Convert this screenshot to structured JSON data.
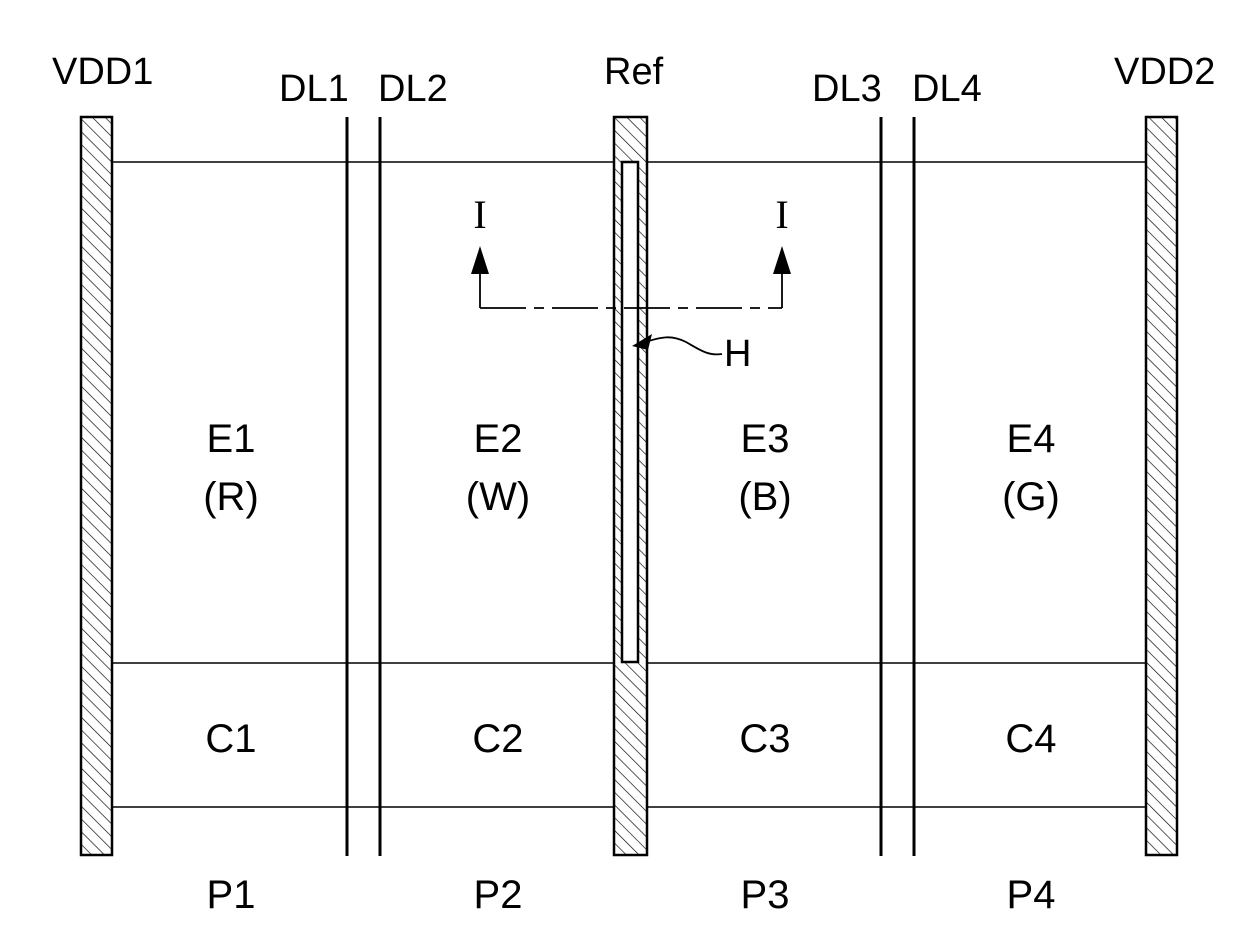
{
  "rails": {
    "vdd1": "VDD1",
    "vdd2": "VDD2",
    "ref": "Ref"
  },
  "data_lines": {
    "dl1": "DL1",
    "dl2": "DL2",
    "dl3": "DL3",
    "dl4": "DL4"
  },
  "emission_areas": [
    {
      "name": "E1",
      "color": "(R)"
    },
    {
      "name": "E2",
      "color": "(W)"
    },
    {
      "name": "E3",
      "color": "(B)"
    },
    {
      "name": "E4",
      "color": "(G)"
    }
  ],
  "circuit_areas": [
    "C1",
    "C2",
    "C3",
    "C4"
  ],
  "pixels": [
    "P1",
    "P2",
    "P3",
    "P4"
  ],
  "hole_label": "H",
  "section": {
    "left_label": "I",
    "right_label": "I"
  }
}
